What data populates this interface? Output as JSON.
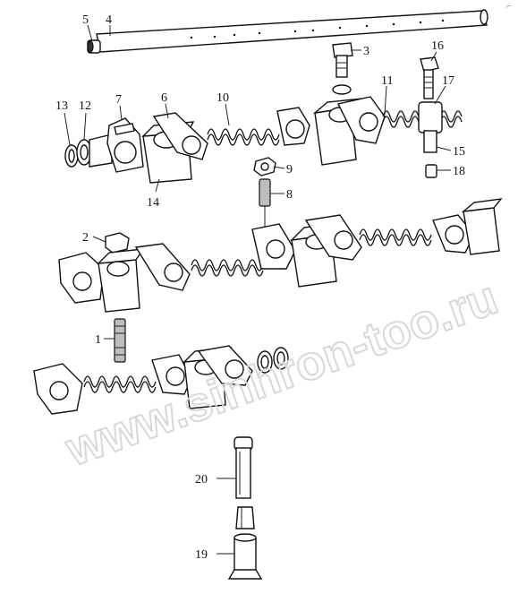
{
  "figure": {
    "callouts": [
      "1",
      "2",
      "3",
      "4",
      "5",
      "6",
      "7",
      "8",
      "9",
      "10",
      "11",
      "12",
      "13",
      "14",
      "15",
      "16",
      "17",
      "18",
      "19",
      "20"
    ],
    "watermark": "www.sinhron-too.ru",
    "corner_mark": "⌐"
  }
}
